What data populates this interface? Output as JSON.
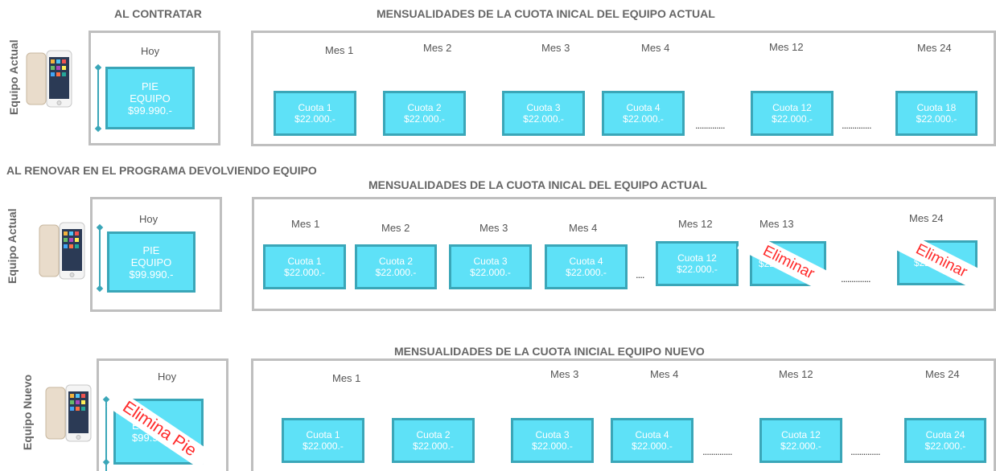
{
  "headers": {
    "al_contratar": "AL CONTRATAR",
    "mensualidades_1": "MENSUALIDADES DE LA CUOTA INICAL DEL EQUIPO ACTUAL",
    "renovar": "AL RENOVAR EN EL PROGRAMA DEVOLVIENDO EQUIPO",
    "mensualidades_2": "MENSUALIDADES DE LA CUOTA INICAL DEL EQUIPO ACTUAL",
    "mensualidades_3": "MENSUALIDADES DE LA CUOTA INICIAL EQUIPO NUEVO"
  },
  "rows": [
    {
      "side_label": "Equipo Actual",
      "hoy": "Hoy",
      "pie": [
        "PIE",
        "EQUIPO",
        "$99.990.-"
      ],
      "months": [
        "Mes 1",
        "Mes 2",
        "Mes 3",
        "Mes 4",
        "Mes 12",
        "Mes 24"
      ],
      "cuotas": [
        {
          "label": "Cuota 1",
          "amount": "$22.000.-"
        },
        {
          "label": "Cuota 2",
          "amount": "$22.000.-"
        },
        {
          "label": "Cuota 3",
          "amount": "$22.000.-"
        },
        {
          "label": "Cuota 4",
          "amount": "$22.000.-"
        },
        {
          "label": "Cuota 12",
          "amount": "$22.000.-"
        },
        {
          "label": "Cuota 18",
          "amount": "$22.000.-"
        }
      ],
      "dots": [
        "..............",
        ".............."
      ]
    },
    {
      "side_label": "Equipo Actual",
      "hoy": "Hoy",
      "pie": [
        "PIE",
        "EQUIPO",
        "$99.990.-"
      ],
      "months": [
        "Mes 1",
        "Mes 2",
        "Mes 3",
        "Mes 4",
        "Mes 12",
        "Mes 13",
        "Mes 24"
      ],
      "cuotas": [
        {
          "label": "Cuota 1",
          "amount": "$22.000.-"
        },
        {
          "label": "Cuota 2",
          "amount": "$22.000.-"
        },
        {
          "label": "Cuota 3",
          "amount": "$22.000.-"
        },
        {
          "label": "Cuota 4",
          "amount": "$22.000.-"
        },
        {
          "label": "Cuota 12",
          "amount": "$22.000.-"
        },
        {
          "label": "",
          "amount": "$22"
        },
        {
          "label": "",
          "amount": "$22"
        }
      ],
      "dots": [
        "....",
        ".............."
      ],
      "stamps": [
        "Eliminar",
        "Eliminar"
      ]
    },
    {
      "side_label": "Equipo Nuevo",
      "hoy": "Hoy",
      "pie": [
        "",
        "E",
        "$99.9"
      ],
      "stamp": "Elimina Pie",
      "months": [
        "Mes 1",
        "Mes 3",
        "Mes 4",
        "Mes 12",
        "Mes 24"
      ],
      "cuotas": [
        {
          "label": "Cuota 1",
          "amount": "$22.000.-"
        },
        {
          "label": "Cuota 2",
          "amount": "$22.000.-"
        },
        {
          "label": "Cuota 3",
          "amount": "$22.000.-"
        },
        {
          "label": "Cuota 4",
          "amount": "$22.000.-"
        },
        {
          "label": "Cuota 12",
          "amount": "$22.000.-"
        },
        {
          "label": "Cuota 24",
          "amount": "$22.000.-"
        }
      ],
      "dots": [
        "..............",
        ".............."
      ]
    }
  ],
  "colors": {
    "box_fill": "#5ee1f7",
    "box_border": "#3aa6b8",
    "frame": "#bfbfbf",
    "stamp_text": "#ff2a2a"
  },
  "icons": {
    "phone": "iphone-icon"
  }
}
